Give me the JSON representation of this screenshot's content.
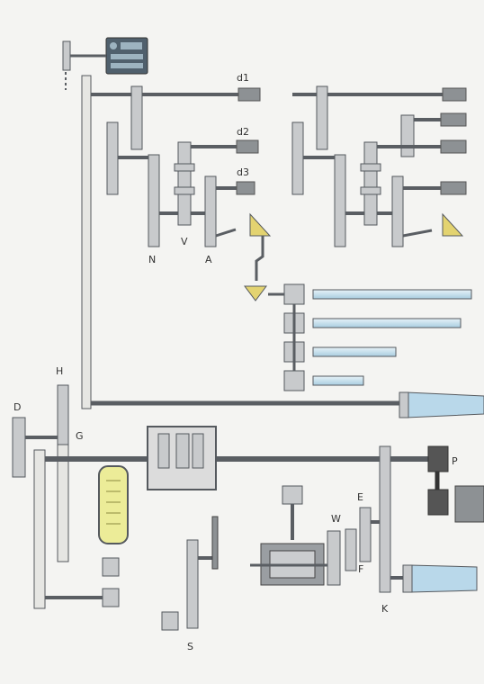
{
  "labels": {
    "d1": "d1",
    "d2": "d2",
    "d3": "d3",
    "N": "N",
    "V": "V",
    "A": "A",
    "H": "H",
    "D": "D",
    "G": "G",
    "P": "P",
    "E": "E",
    "W": "W",
    "F": "F",
    "K": "K",
    "S": "S"
  },
  "colors": {
    "background": "#f4f4f2",
    "shaft": "#5a5e63",
    "gear_fill": "#c8cacc",
    "gear_stroke": "#55595e",
    "tool_fill": "#8d9194",
    "spindle_fill": "#cfe5f0",
    "cone_fill": "#b9d8ea",
    "motor_fill": "#ecec98",
    "triangle_fill": "#e3d370",
    "panel_fill": "#50606d"
  },
  "icons": {
    "control_panel": "control-panel-icon",
    "motor": "motor-icon",
    "bevel_gear": "bevel-gear-icon",
    "pulley": "pulley-icon",
    "handwheel": "handwheel-icon"
  }
}
